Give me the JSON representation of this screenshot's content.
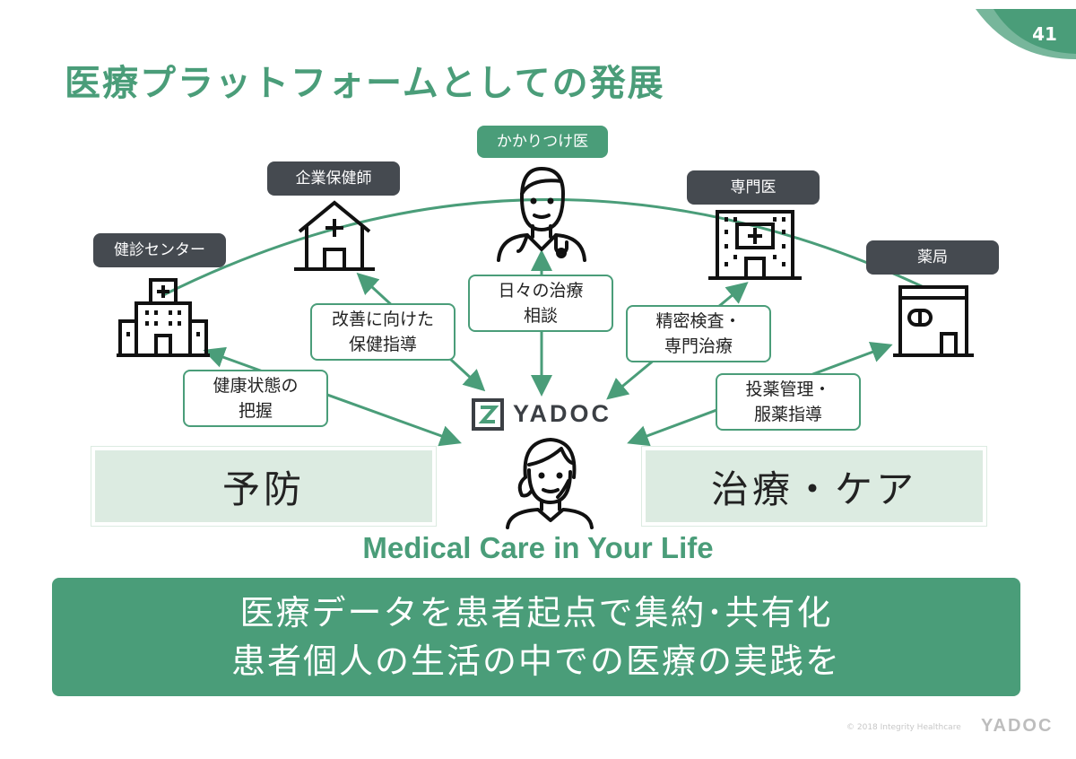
{
  "page_number": "41",
  "title": "医療プラットフォームとしての発展",
  "actors": {
    "health_center": "健診センター",
    "company_nurse": "企業保健師",
    "family_doctor": "かかりつけ医",
    "specialist": "専門医",
    "pharmacy": "薬局"
  },
  "services": {
    "health_status": [
      "健康状態の",
      "把握"
    ],
    "health_guidance": [
      "改善に向けた",
      "保健指導"
    ],
    "daily_consult": [
      "日々の治療",
      "相談"
    ],
    "detailed_exam": [
      "精密検査・",
      "専門治療"
    ],
    "medication": [
      "投薬管理・",
      "服薬指導"
    ]
  },
  "logo_text": "YADOC",
  "prevention": "予防",
  "treatment_care": "治療・ケア",
  "tagline": "Medical Care in Your Life",
  "summary": {
    "line1": "医療データを患者起点で集約･共有化",
    "line2": "患者個人の生活の中での医療の実践を"
  },
  "footer": {
    "copyright": "© 2018 Integrity Healthcare",
    "logo": "YADOC"
  },
  "colors": {
    "accent": "#4a9d79",
    "dark": "#454a50",
    "light_green": "#dcebe1"
  },
  "icons": [
    "hospital-icon",
    "clinic-icon",
    "doctor-icon",
    "hospital-building-icon",
    "pharmacy-icon",
    "patient-icon",
    "yadoc-logo-icon"
  ]
}
